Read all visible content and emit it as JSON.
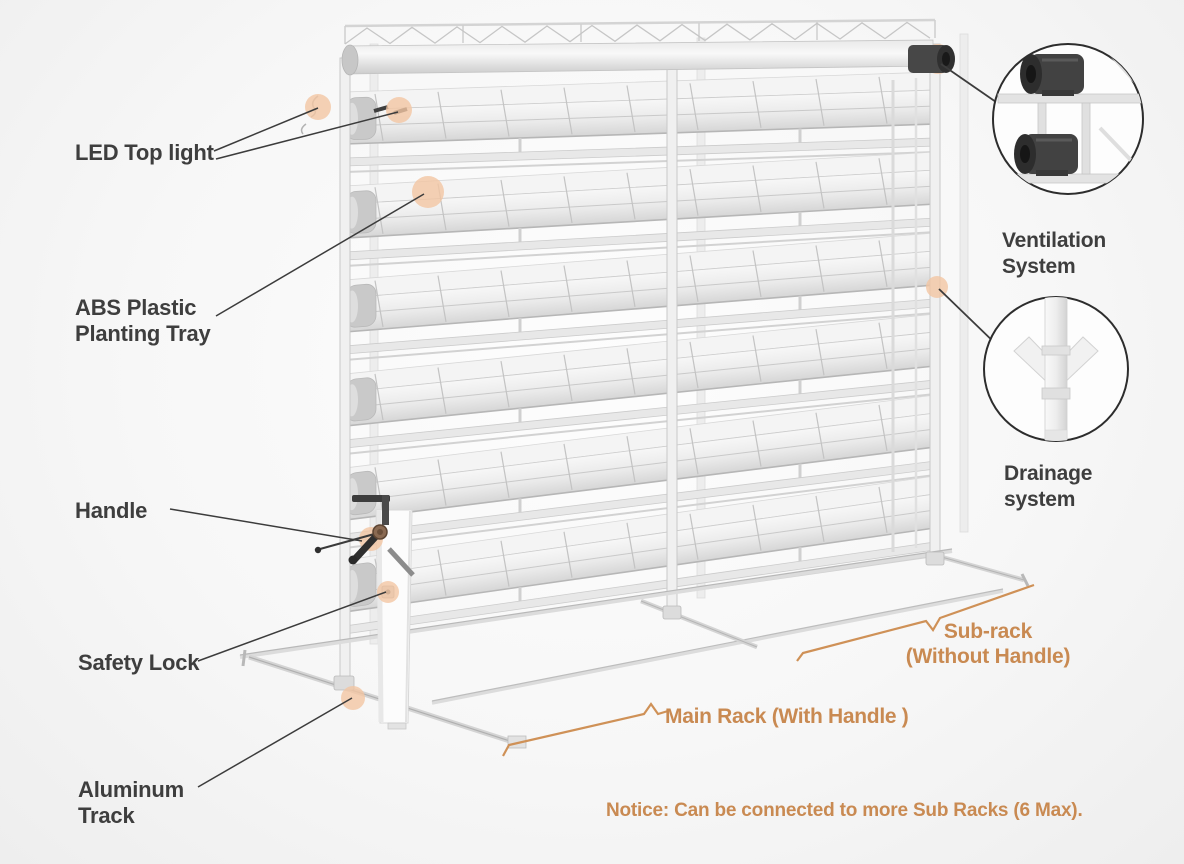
{
  "colors": {
    "accent_orange": "#c98a52",
    "label_dark": "#3e3e3e",
    "leader_line": "#3c3c3c",
    "highlight_peach": "#f2c6a3"
  },
  "callouts": {
    "led_top_light": {
      "text": "LED Top light"
    },
    "abs_tray": {
      "lines": [
        "ABS Plastic",
        "Planting Tray"
      ]
    },
    "handle": {
      "text": "Handle"
    },
    "safety_lock": {
      "text": "Safety Lock"
    },
    "aluminum_track": {
      "lines": [
        "Aluminum",
        "Track"
      ]
    },
    "ventilation": {
      "lines": [
        "Ventilation",
        "System"
      ]
    },
    "drainage": {
      "lines": [
        "Drainage",
        "system"
      ]
    }
  },
  "rack_annotations": {
    "sub_rack": {
      "lines": [
        "Sub-rack",
        "(Without Handle)"
      ]
    },
    "main_rack": {
      "text": "Main Rack (With Handle )"
    },
    "notice": {
      "text": "Notice: Can be connected to more Sub Racks (6 Max)."
    }
  }
}
